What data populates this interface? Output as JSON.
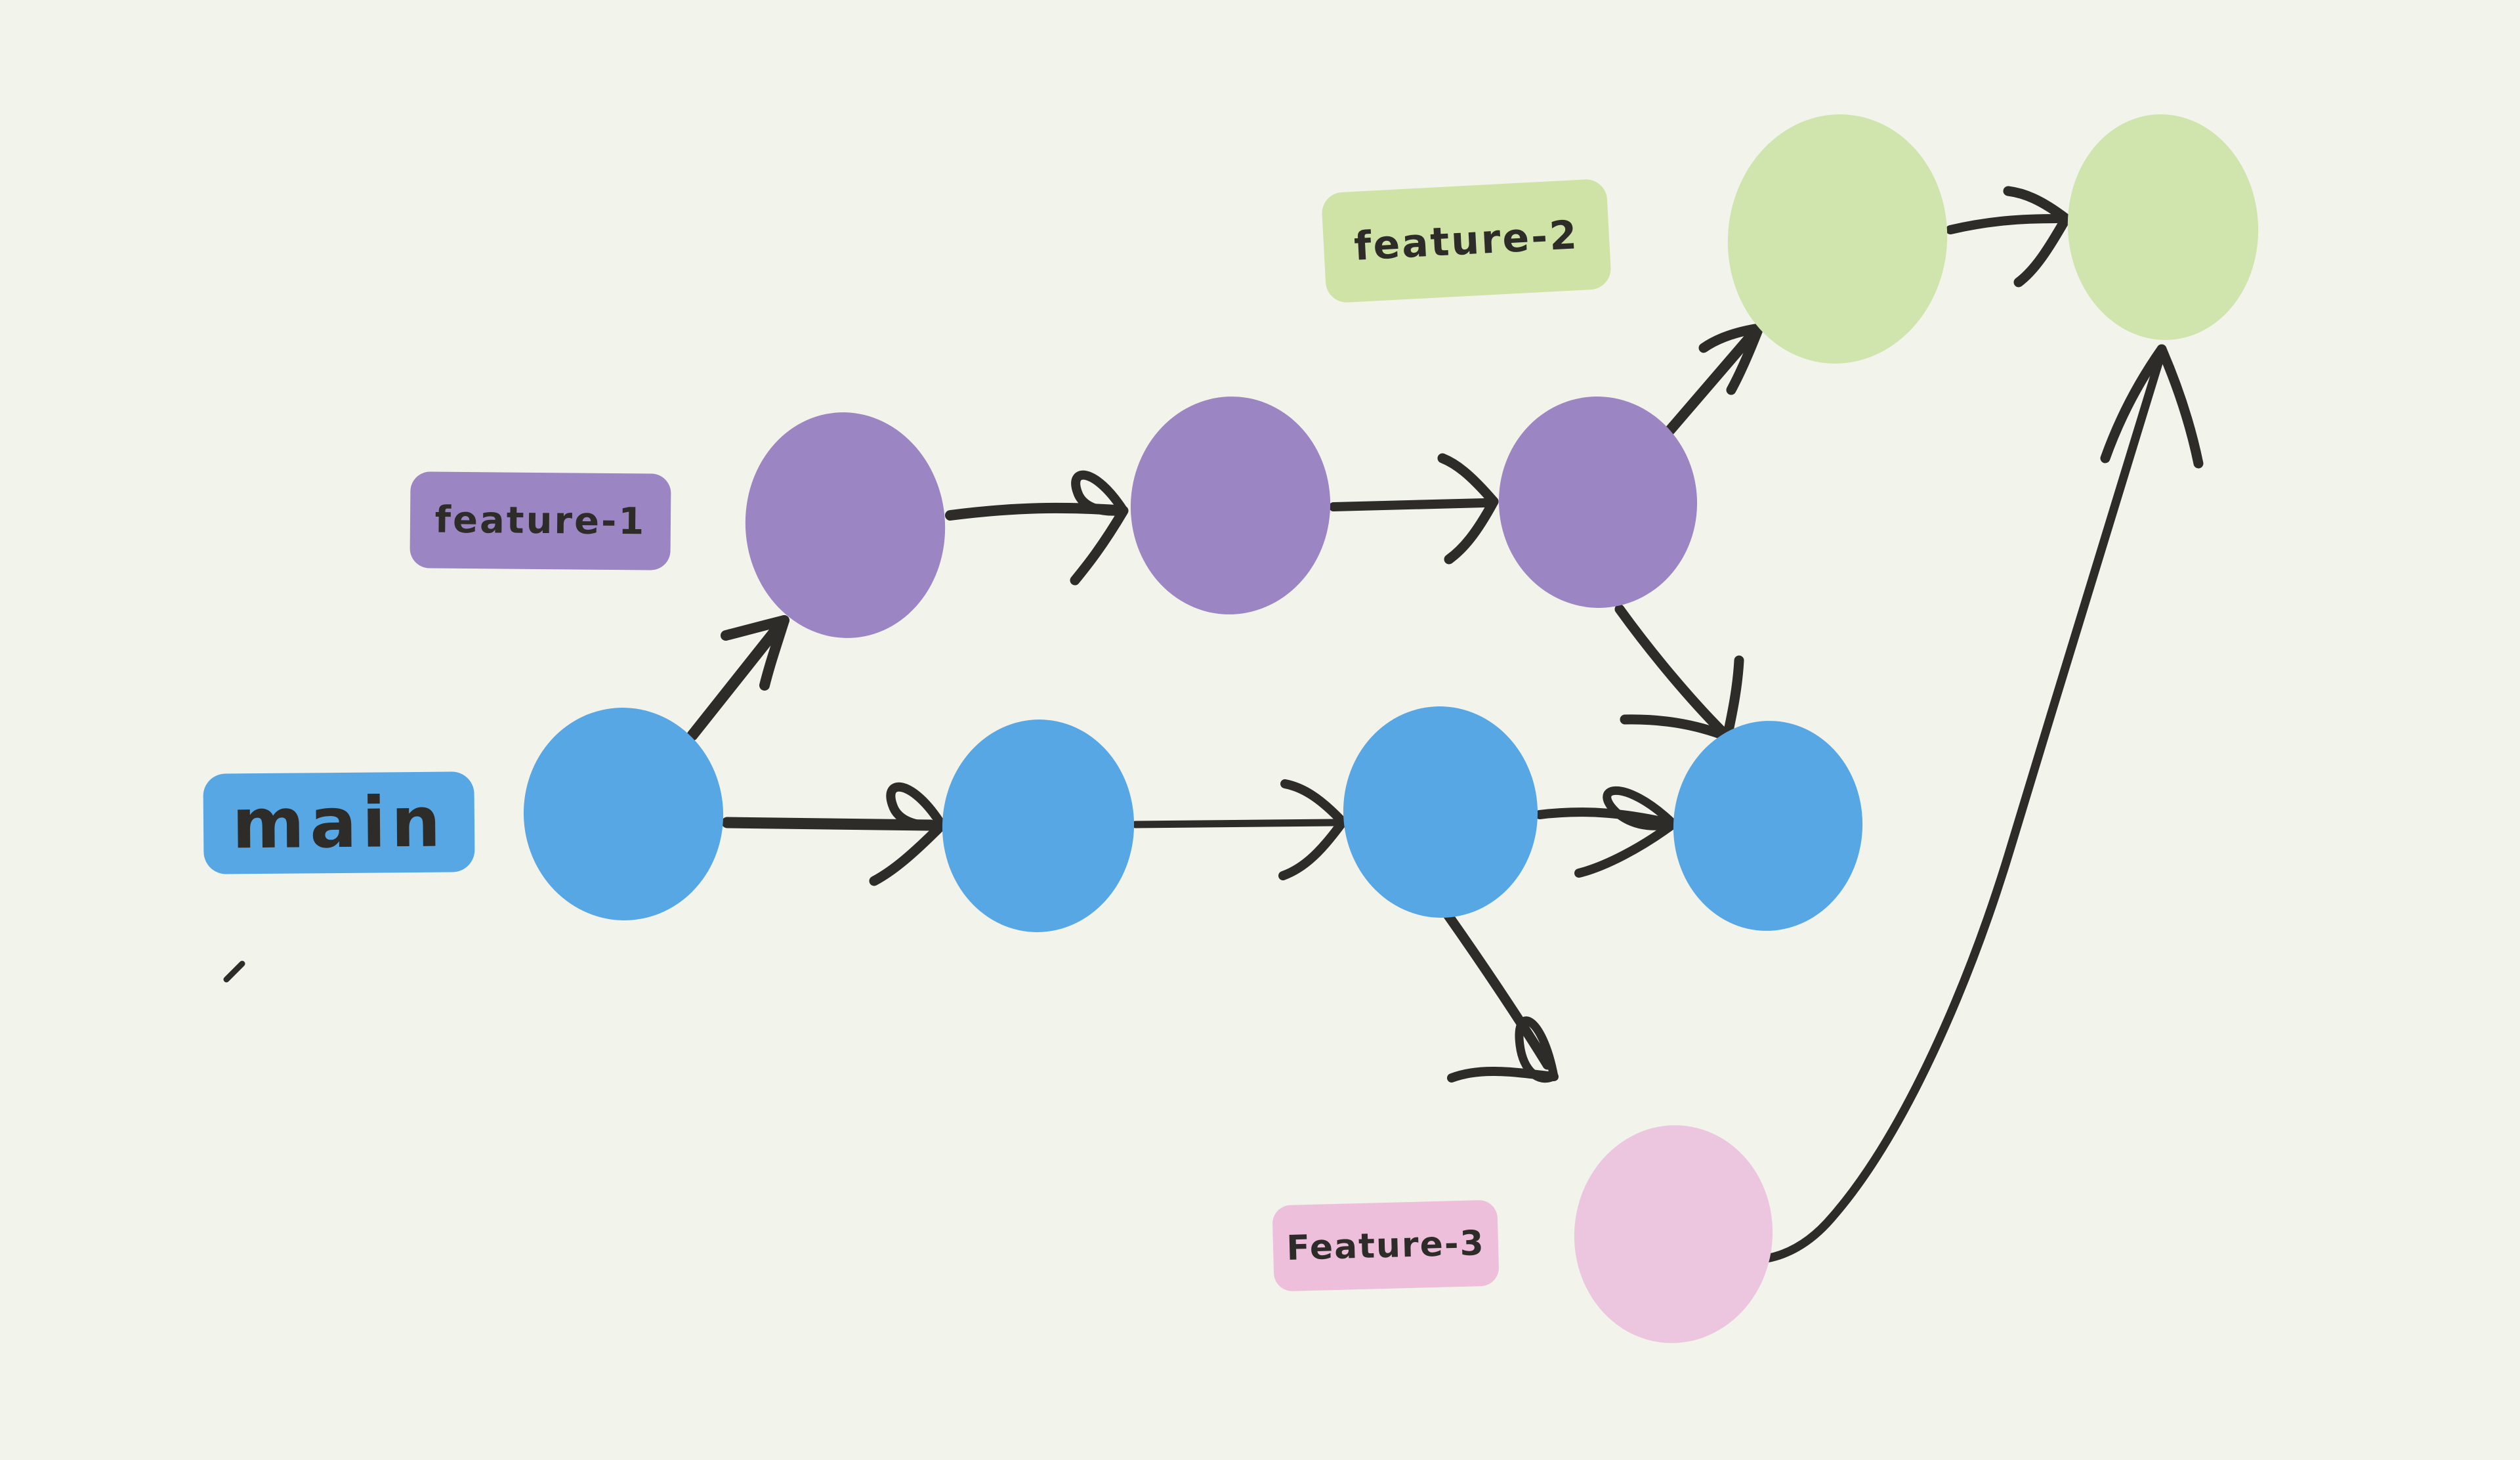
{
  "title": "hand-drawn git branching diagram",
  "canvas": {
    "background": "#f2f4ec",
    "stroke_color": "#2e2c29",
    "text_color": "#2e2c29"
  },
  "branches": [
    {
      "id": "main",
      "label": "main",
      "label_bg": "#58a7e5",
      "node_color": "#58a7e5",
      "node_count": 4
    },
    {
      "id": "feature-1",
      "label": "feature-1",
      "label_bg": "#9b85c2",
      "node_color": "#9b85c2",
      "node_count": 3
    },
    {
      "id": "feature-2",
      "label": "feature-2",
      "label_bg": "#cfe3a6",
      "node_color": "#d0e5ae",
      "node_count": 2
    },
    {
      "id": "feature-3",
      "label": "Feature-3",
      "label_bg": "#edbfda",
      "node_color": "#ecc6de",
      "node_count": 1
    }
  ],
  "edges": [
    "main-1 -> feature-1-1 (branch)",
    "feature-1-1 -> feature-1-2",
    "feature-1-2 -> feature-1-3",
    "feature-1-3 -> feature-2-1 (branch)",
    "feature-2-1 -> feature-2-2",
    "feature-1-3 -> main-4 (merge)",
    "main-1 -> main-2",
    "main-2 -> main-3",
    "main-3 -> main-4",
    "main-3 -> feature-3-1 (branch)",
    "feature-3-1 -> feature-2-2 (merge)"
  ]
}
